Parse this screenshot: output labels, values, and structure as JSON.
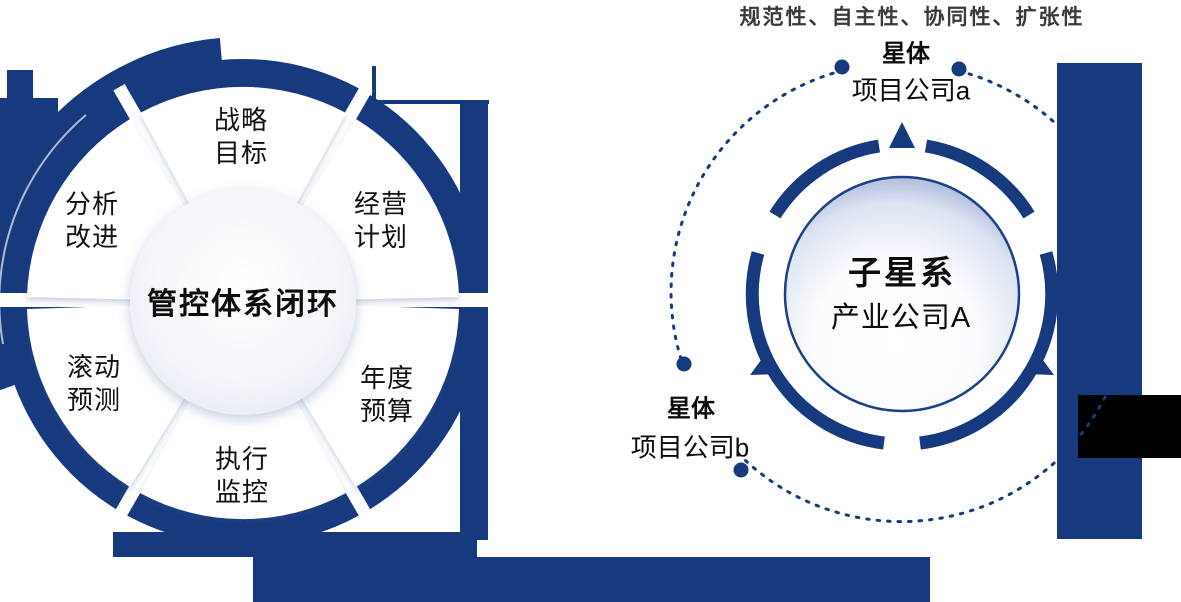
{
  "caption": {
    "text": "规范性、自主性、协同性、扩张性"
  },
  "wheel": {
    "title": "管控体系闭环",
    "sectors": [
      {
        "line1": "战略",
        "line2": "目标"
      },
      {
        "line1": "经营",
        "line2": "计划"
      },
      {
        "line1": "年度",
        "line2": "预算"
      },
      {
        "line1": "执行",
        "line2": "监控"
      },
      {
        "line1": "滚动",
        "line2": "预测"
      },
      {
        "line1": "分析",
        "line2": "改进"
      }
    ]
  },
  "galaxy": {
    "center_title": "子星系",
    "center_subtitle": "产业公司A",
    "satellites": [
      {
        "role": "星体",
        "name": "项目公司a"
      },
      {
        "role": "星体",
        "name": "项目公司b"
      }
    ]
  },
  "colors": {
    "navy": "#17397d",
    "caption_text": "#3a3a3a",
    "label_text": "#111111",
    "black_block": "#000000"
  }
}
